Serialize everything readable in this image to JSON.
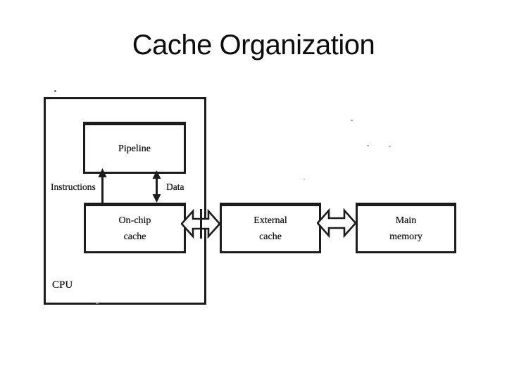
{
  "slide": {
    "title": "Cache Organization"
  },
  "diagram": {
    "cpu_label": "CPU",
    "pipeline_label": "Pipeline",
    "instructions_label": "Instructions",
    "data_label": "Data",
    "onchip": {
      "line1": "On-chip",
      "line2": "cache"
    },
    "external": {
      "line1": "External",
      "line2": "cache"
    },
    "main": {
      "line1": "Main",
      "line2": "memory"
    }
  },
  "colors": {
    "background": "#ffffff",
    "ink": "#1c1c1c",
    "title_text": "#0d0d0d"
  }
}
